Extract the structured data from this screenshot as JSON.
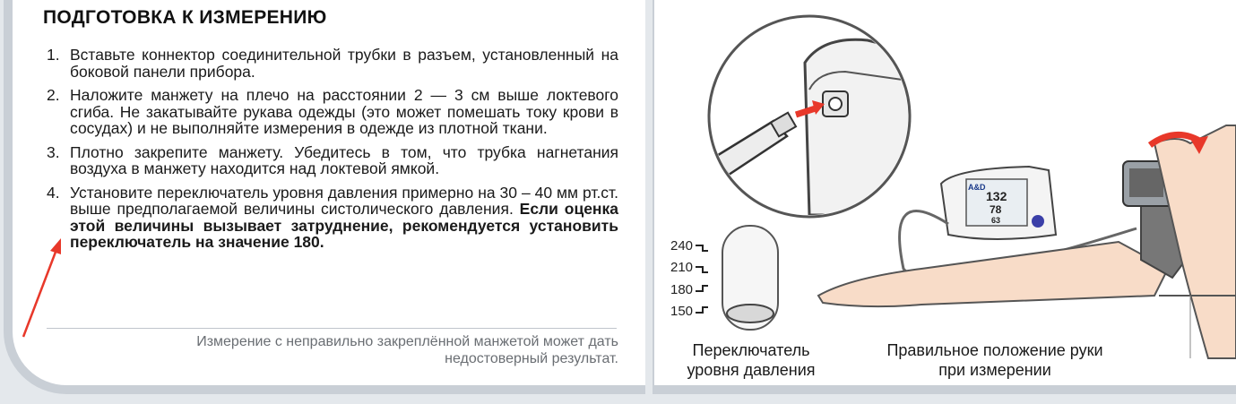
{
  "title": "ПОДГОТОВКА К  ИЗМЕРЕНИЮ",
  "steps": [
    {
      "num": "1.",
      "text": "Вставьте коннектор соединительной трубки в разъем, установленный на боковой панели прибора.",
      "bold": ""
    },
    {
      "num": "2.",
      "text": "Наложите манжету на плечо на расстоянии 2 — 3 см выше локтевого сгиба. Не закатывайте рукава одежды (это может помешать току крови в сосудах) и не выполняйте измерения в одежде из плотной ткани.",
      "bold": ""
    },
    {
      "num": "3.",
      "text": "Плотно закрепите манжету. Убедитесь в том, что трубка нагнетания воздуха в манжету находится над локтевой ямкой.",
      "bold": ""
    },
    {
      "num": "4.",
      "text": "Установите переключатель уровня давления примерно на 30 – 40 мм рт.ст. выше предполагаемой величины систолического давления. ",
      "bold": "Если оценка этой величины вызывает затруднение, рекомендуется установить переключатель на значение 180."
    }
  ],
  "note": "Измерение с неправильно закреплённой манжетой может дать недостоверный результат.",
  "switch_scale": [
    "240",
    "210",
    "180",
    "150"
  ],
  "caption_switch": [
    "Переключатель",
    "уровня давления"
  ],
  "caption_arm": [
    "Правильное положение руки",
    "при измерении"
  ],
  "monitor": {
    "brand": "A&D",
    "sys": "132",
    "dia": "78",
    "pulse": "63"
  },
  "colors": {
    "accent_red": "#e8382a",
    "panel_border": "#c9cfd6",
    "note_gray": "#6a6e73"
  }
}
